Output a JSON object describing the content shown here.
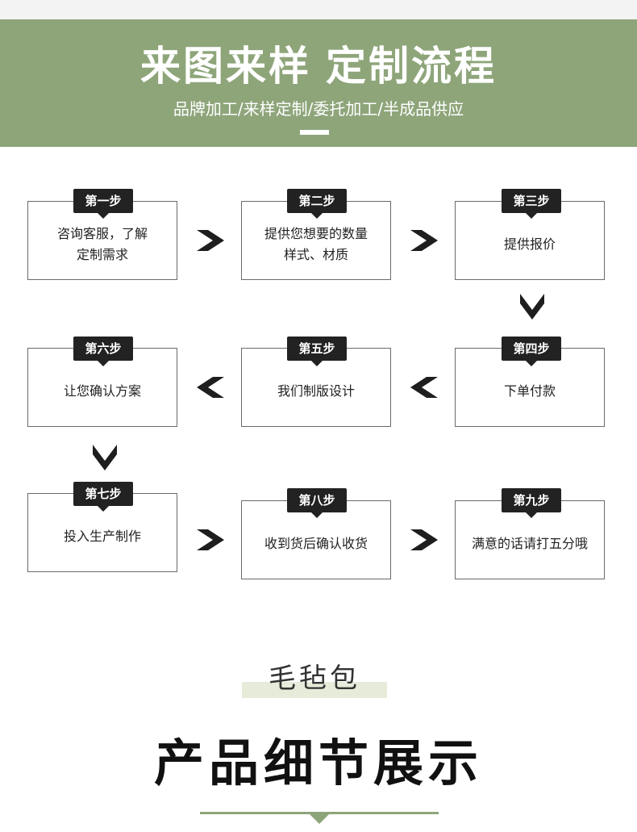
{
  "banner": {
    "title_part1": "来图来样",
    "title_part2": "定制流程",
    "subtitle": "品牌加工/来样定制/委托加工/半成品供应"
  },
  "steps": [
    {
      "tag": "第一步",
      "text": "咨询客服，了解\n定制需求"
    },
    {
      "tag": "第二步",
      "text": "提供您想要的数量\n样式、材质"
    },
    {
      "tag": "第三步",
      "text": "提供报价"
    },
    {
      "tag": "第四步",
      "text": "下单付款"
    },
    {
      "tag": "第五步",
      "text": "我们制版设计"
    },
    {
      "tag": "第六步",
      "text": "让您确认方案"
    },
    {
      "tag": "第七步",
      "text": "投入生产制作"
    },
    {
      "tag": "第八步",
      "text": "收到货后确认收货"
    },
    {
      "tag": "第九步",
      "text": "满意的话请打五分哦"
    }
  ],
  "section": {
    "product_label": "毛毡包",
    "title": "产品细节展示"
  },
  "colors": {
    "banner": "#8ea57a",
    "tag": "#222222",
    "highlight": "#e6ecd9"
  }
}
